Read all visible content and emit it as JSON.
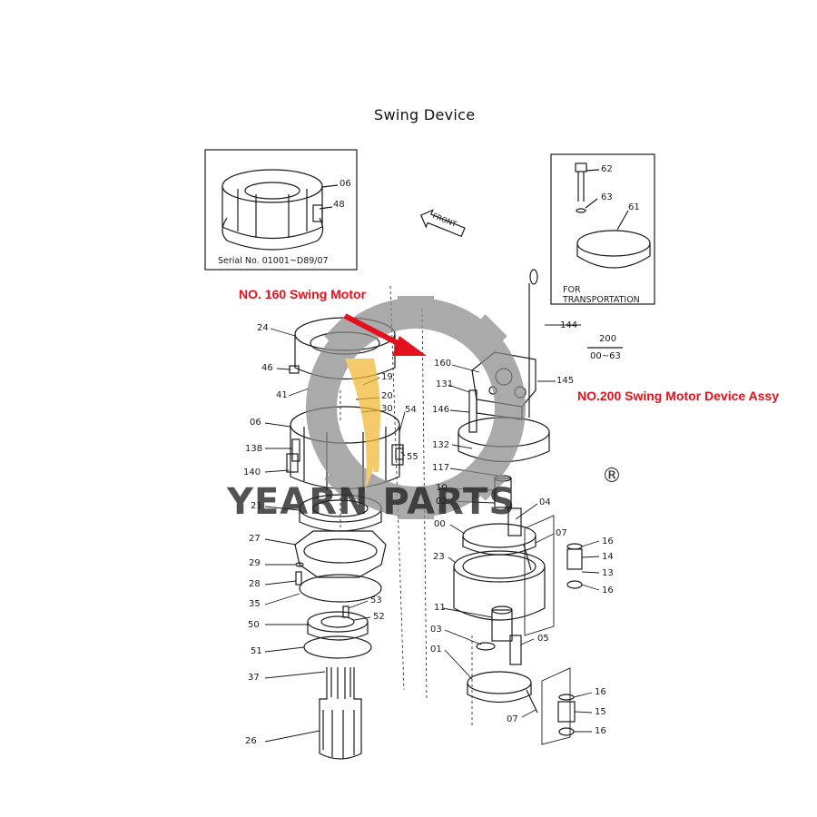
{
  "page_title": "Swing Device",
  "callouts": {
    "swing_motor": "NO. 160 Swing Motor",
    "swing_motor_assy": "NO.200 Swing Motor Device Assy"
  },
  "insets": {
    "serial_label": "Serial No. 01001~D89/07",
    "transport_label_1": "FOR",
    "transport_label_2": "TRANSPORTATION",
    "front_label": "FRONT",
    "range_top": "200",
    "range_bottom": "00~63"
  },
  "watermark": {
    "text": "YEARN PARTS",
    "registered": "®"
  },
  "part_numbers_left": [
    "06",
    "48",
    "24",
    "46",
    "41",
    "19",
    "20",
    "30",
    "06",
    "138",
    "140",
    "21",
    "27",
    "29",
    "28",
    "35",
    "53",
    "52",
    "50",
    "51",
    "37",
    "26",
    "54",
    "55"
  ],
  "part_numbers_right": [
    "62",
    "63",
    "61",
    "144",
    "145",
    "160",
    "131",
    "146",
    "132",
    "117",
    "10",
    "02",
    "04",
    "00",
    "07",
    "23",
    "16",
    "14",
    "13",
    "16",
    "11",
    "03",
    "05",
    "01",
    "16",
    "15",
    "16",
    "07"
  ],
  "colors": {
    "accent_red": "#e3111b",
    "watermark_gray": "#8a8a8a",
    "watermark_yellow": "#f2b632"
  }
}
